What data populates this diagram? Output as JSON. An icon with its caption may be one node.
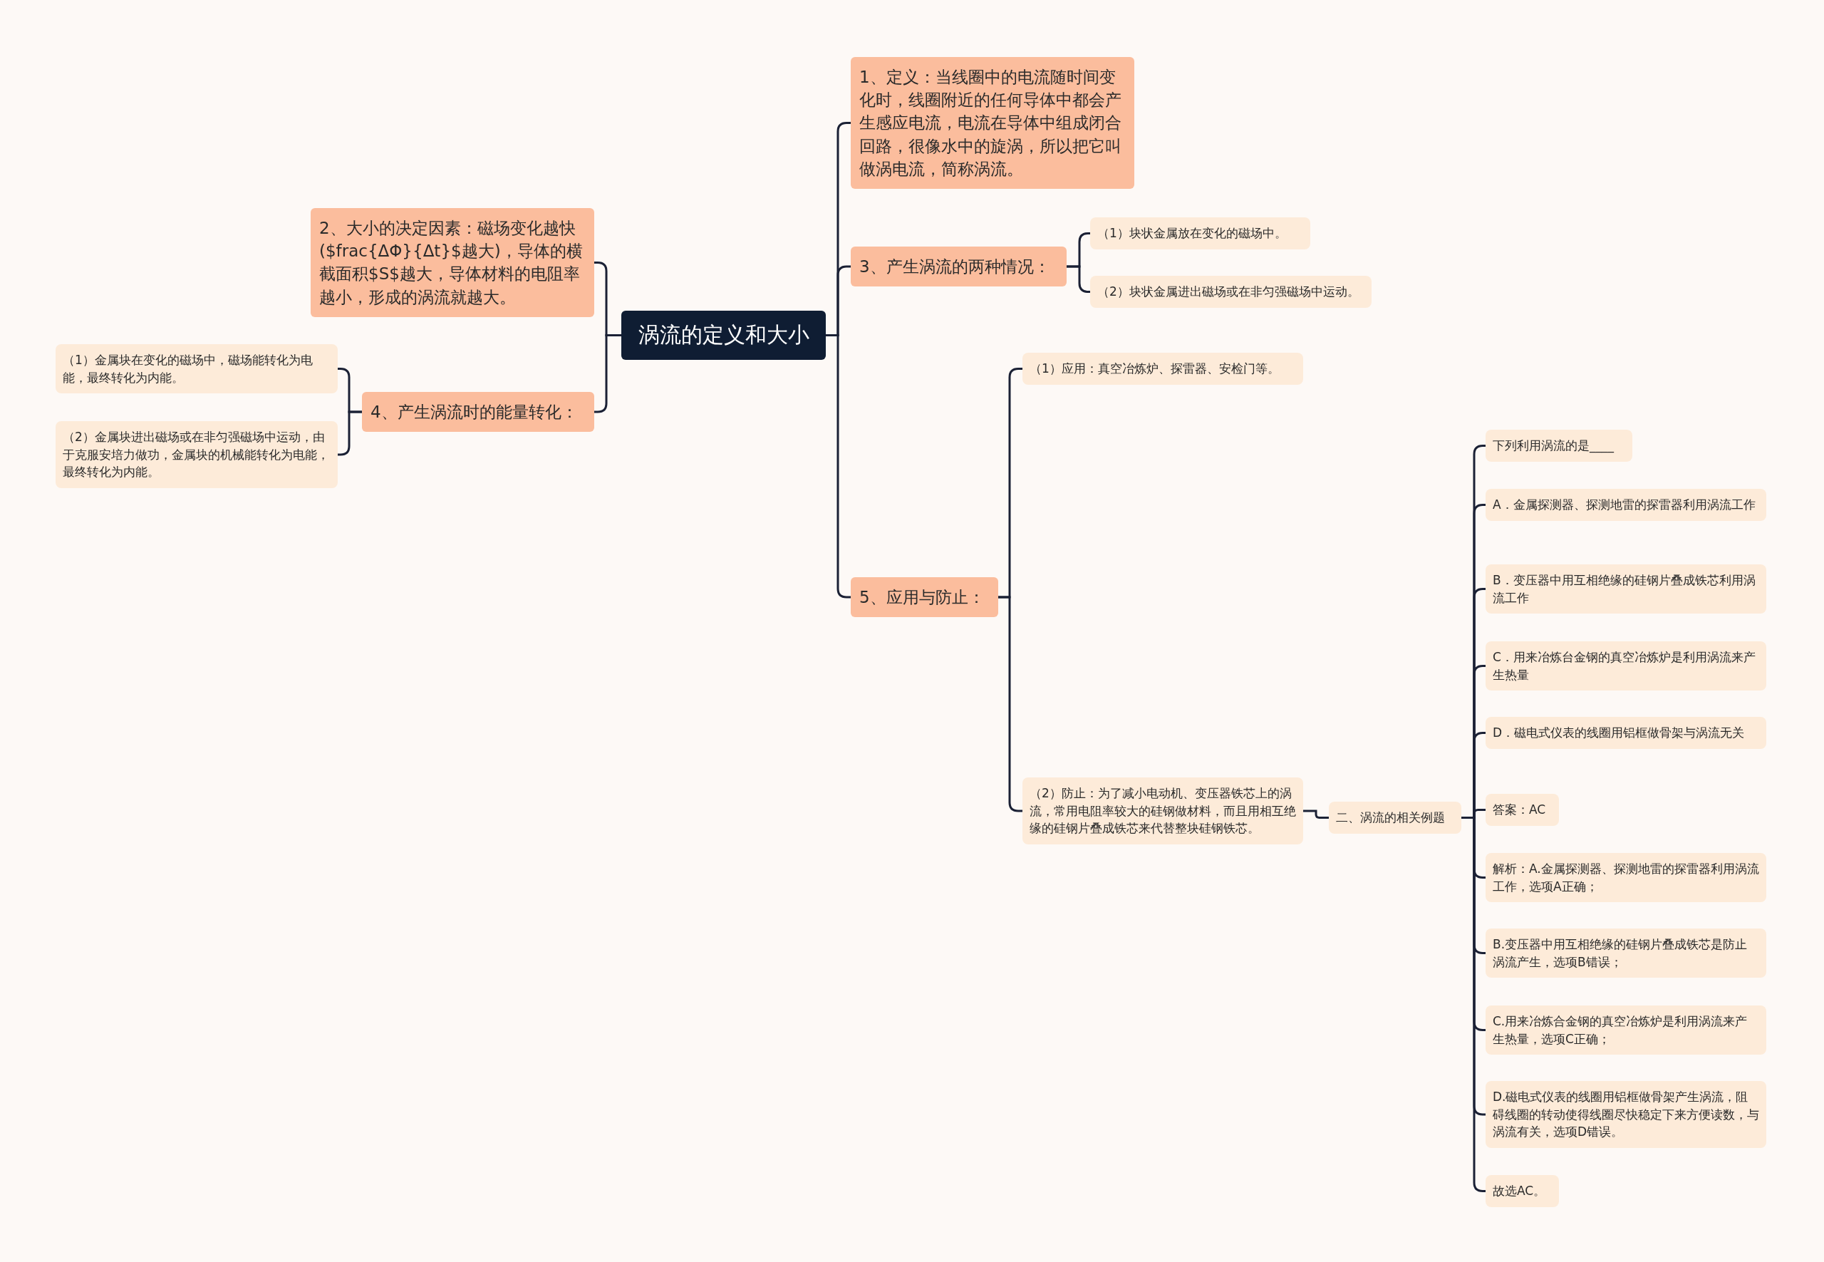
{
  "diagram": {
    "nodes": [
      {
        "text": [
          "涡流的定义和大小"
        ]
      },
      {
        "text": [
          "1、定义：当线圈中的电流随时间变化时，线圈附近的任何导体中都会产生感应电流，电流在导体中组成闭合回路，很像水中的旋涡，所以把它叫做涡电流，简称涡流。"
        ]
      },
      {
        "text": [
          "2、大小的决定因素：磁场变化越快($frac{ΔΦ}{Δt}$越大)，导体的横截面积$S$越大，导体材料的电阻率越小，形成的涡流就越大。"
        ]
      },
      {
        "text": [
          "3、产生涡流的两种情况："
        ]
      },
      {
        "text": [
          "（1）块状金属放在变化的磁场中。"
        ]
      },
      {
        "text": [
          "（2）块状金属进出磁场或在非匀强磁场中运动。"
        ]
      },
      {
        "text": [
          "4、产生涡流时的能量转化："
        ]
      },
      {
        "text": [
          "（1）金属块在变化的磁场中，磁场能转化为电能，最终转化为内能。"
        ]
      },
      {
        "text": [
          "（2）金属块进出磁场或在非匀强磁场中运动，由于克服安培力做功，金属块的机械能转化为电能，最终转化为内能。"
        ]
      },
      {
        "text": [
          "5、应用与防止："
        ]
      },
      {
        "text": [
          "（1）应用：真空冶炼炉、探雷器、安检门等。"
        ]
      },
      {
        "text": [
          "（2）防止：为了减小电动机、变压器铁芯上的涡流，常用电阻率较大的硅钢做材料，而且用相互绝缘的硅钢片叠成铁芯来代替整块硅钢铁芯。"
        ]
      },
      {
        "text": [
          "二、涡流的相关例题"
        ]
      },
      {
        "text": [
          "下列利用涡流的是____"
        ]
      },
      {
        "text": [
          "A．金属探测器、探测地雷的探雷器利用涡流工作"
        ]
      },
      {
        "text": [
          "B．变压器中用互相绝缘的硅钢片叠成铁芯利用涡流工作"
        ]
      },
      {
        "text": [
          "C．用来冶炼台金钢的真空冶炼炉是利用涡流来产生热量"
        ]
      },
      {
        "text": [
          "D．磁电式仪表的线圈用铝框做骨架与涡流无关"
        ]
      },
      {
        "text": [
          "答案：AC"
        ]
      },
      {
        "text": [
          "解析：A.金属探测器、探测地雷的探雷器利用涡流工作，选项A正确；"
        ]
      },
      {
        "text": [
          "B.变压器中用互相绝缘的硅钢片叠成铁芯是防止涡流产生，选项B错误；"
        ]
      },
      {
        "text": [
          "C.用来冶炼合金钢的真空冶炼炉是利用涡流来产生热量，选项C正确；"
        ]
      },
      {
        "text": [
          "D.磁电式仪表的线圈用铝框做骨架产生涡流，阻碍线圈的转动使得线圈尽快稳定下来方便读数，与涡流有关，选项D错误。"
        ]
      },
      {
        "text": [
          "故选AC。"
        ]
      }
    ],
    "edges": [
      {
        "from": 0,
        "to": 1,
        "arrow": "none"
      },
      {
        "from": 0,
        "to": 2,
        "arrow": "none"
      },
      {
        "from": 0,
        "to": 3,
        "arrow": "none"
      },
      {
        "from": 0,
        "to": 6,
        "arrow": "none"
      },
      {
        "from": 0,
        "to": 9,
        "arrow": "none"
      },
      {
        "from": 3,
        "to": 4,
        "arrow": "none"
      },
      {
        "from": 3,
        "to": 5,
        "arrow": "none"
      },
      {
        "from": 6,
        "to": 7,
        "arrow": "none"
      },
      {
        "from": 6,
        "to": 8,
        "arrow": "none"
      },
      {
        "from": 9,
        "to": 10,
        "arrow": "none"
      },
      {
        "from": 9,
        "to": 11,
        "arrow": "none"
      },
      {
        "from": 11,
        "to": 12,
        "arrow": "none"
      },
      {
        "from": 12,
        "to": 13,
        "arrow": "none"
      },
      {
        "from": 12,
        "to": 14,
        "arrow": "none"
      },
      {
        "from": 12,
        "to": 15,
        "arrow": "none"
      },
      {
        "from": 12,
        "to": 16,
        "arrow": "none"
      },
      {
        "from": 12,
        "to": 17,
        "arrow": "none"
      },
      {
        "from": 12,
        "to": 18,
        "arrow": "none"
      },
      {
        "from": 12,
        "to": 19,
        "arrow": "none"
      },
      {
        "from": 12,
        "to": 20,
        "arrow": "none"
      },
      {
        "from": 12,
        "to": 21,
        "arrow": "none"
      },
      {
        "from": 12,
        "to": 22,
        "arrow": "none"
      },
      {
        "from": 12,
        "to": 23,
        "arrow": "none"
      }
    ]
  }
}
